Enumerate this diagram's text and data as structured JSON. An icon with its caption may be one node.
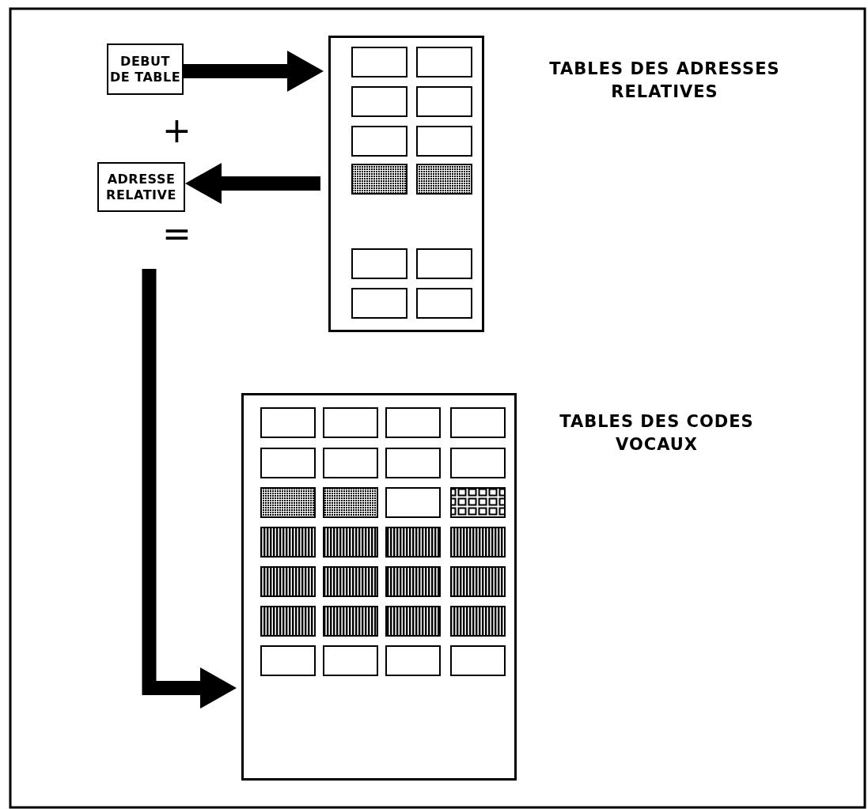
{
  "diagram": {
    "nodes": [
      {
        "text": [
          "DEBUT DE TABLE"
        ]
      },
      {
        "text": [
          "ADRESSE RELATIVE"
        ]
      },
      {
        "text": [],
        "shape": "box",
        "beside": [
          "TABLES DES ADRESSES RELATIVES"
        ]
      },
      {
        "text": [],
        "shape": "box",
        "beside": [
          "TABLES DES CODES VOCAUX"
        ]
      }
    ],
    "edges": [
      {
        "from": 0,
        "to": 2,
        "arrow": "to"
      },
      {
        "from": 2,
        "to": 1,
        "arrow": "to"
      },
      {
        "from": 1,
        "to": 3,
        "arrow": "to"
      }
    ],
    "labels": [
      "+",
      "="
    ]
  }
}
